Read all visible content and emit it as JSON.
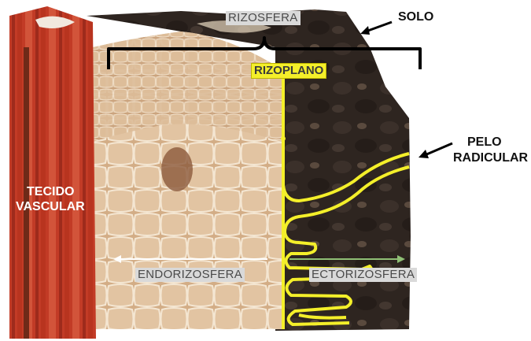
{
  "labels": {
    "rizosfera": "RIZOSFERA",
    "solo": "SOLO",
    "rizoplano": "RIZOPLANO",
    "pelo_radicular_line1": "PELO",
    "pelo_radicular_line2": "RADICULAR",
    "tecido_vascular_line1": "TECIDO",
    "tecido_vascular_line2": "VASCULAR",
    "endorizosfera": "ENDORIZOSFERA",
    "ectorizosfera": "ECTORIZOSFERA"
  },
  "colors": {
    "vascular": "#c23b26",
    "cortex": "#d8b48e",
    "soil": "#2f2620",
    "rizoplano_line": "#f4ef2a",
    "bracket": "#000000"
  },
  "icons": {
    "arrow_solo": "arrow-left-icon",
    "arrow_pelo": "arrow-left-icon",
    "arrow_endo": "arrow-left-icon",
    "arrow_ecto": "arrow-right-icon"
  }
}
